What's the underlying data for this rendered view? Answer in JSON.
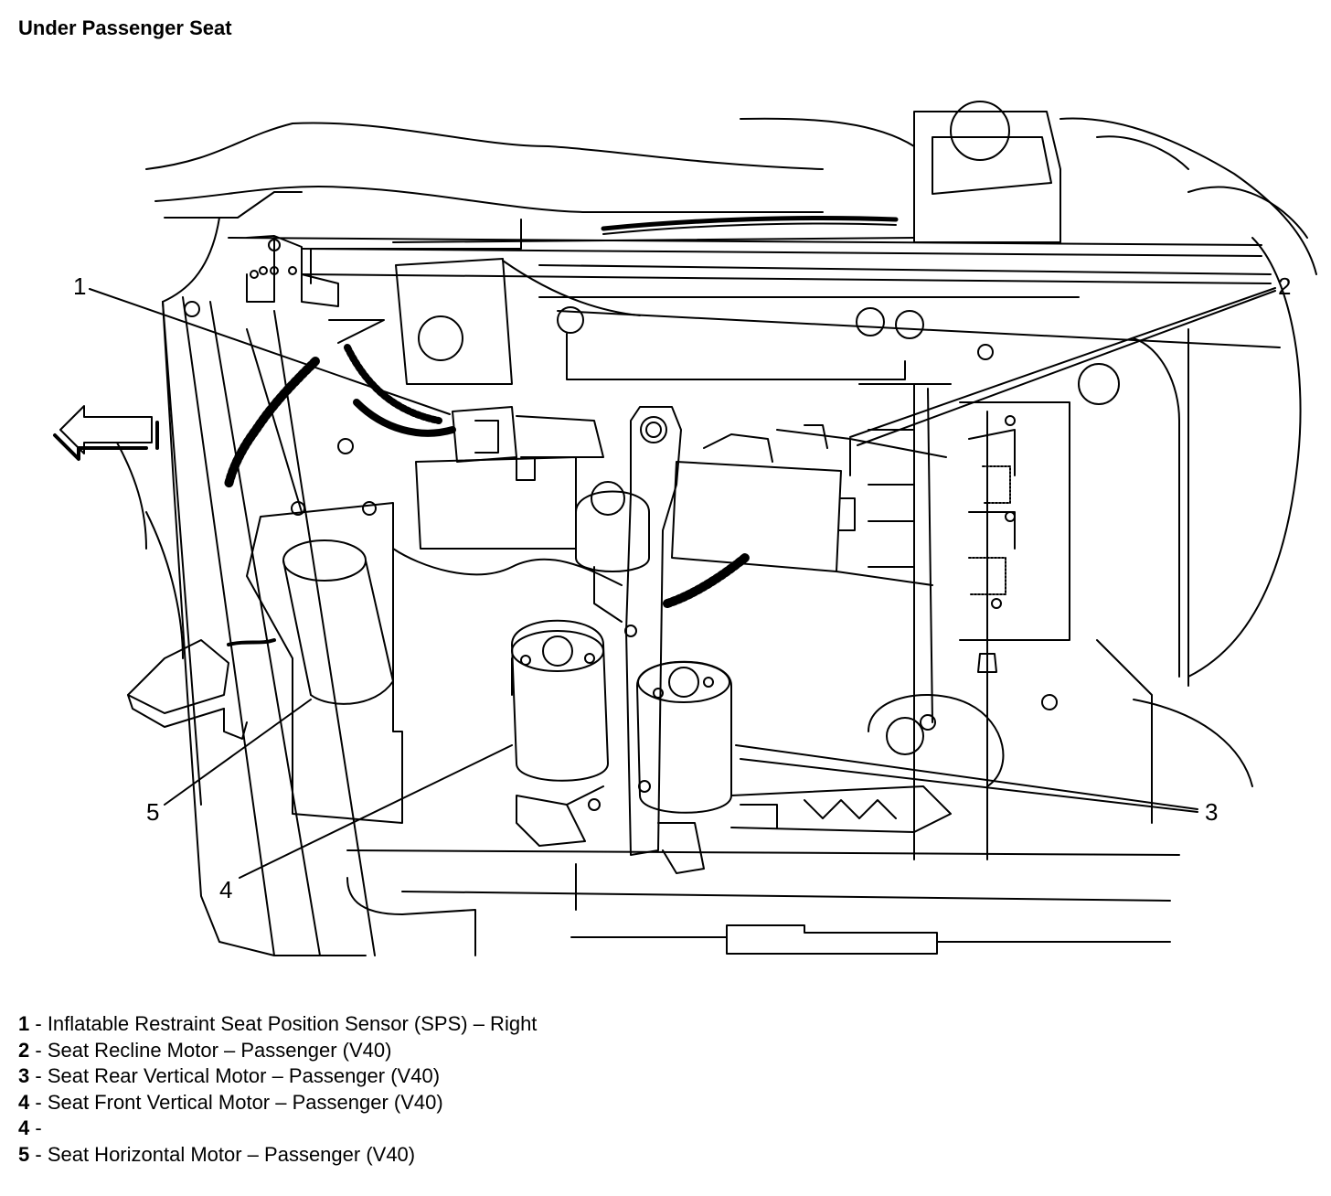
{
  "title": "Under Passenger Seat",
  "callouts": [
    "1",
    "2",
    "3",
    "4",
    "5"
  ],
  "legend": [
    {
      "num": "1",
      "sep": " - ",
      "text": "Inflatable Restraint Seat Position Sensor (SPS) – Right"
    },
    {
      "num": "2",
      "sep": " - ",
      "text": "Seat Recline Motor – Passenger (V40)"
    },
    {
      "num": "3",
      "sep": " - ",
      "text": "Seat Rear Vertical Motor – Passenger (V40)"
    },
    {
      "num": "4",
      "sep": " - ",
      "text": "Seat Front Vertical Motor – Passenger (V40)"
    },
    {
      "num": "4",
      "sep": " - ",
      "text": ""
    },
    {
      "num": "5",
      "sep": " - ",
      "text": "Seat Horizontal Motor – Passenger (V40)"
    }
  ],
  "icons": {
    "direction_arrow": "left-arrow-icon"
  },
  "colors": {
    "line": "#000000",
    "background": "#ffffff"
  }
}
